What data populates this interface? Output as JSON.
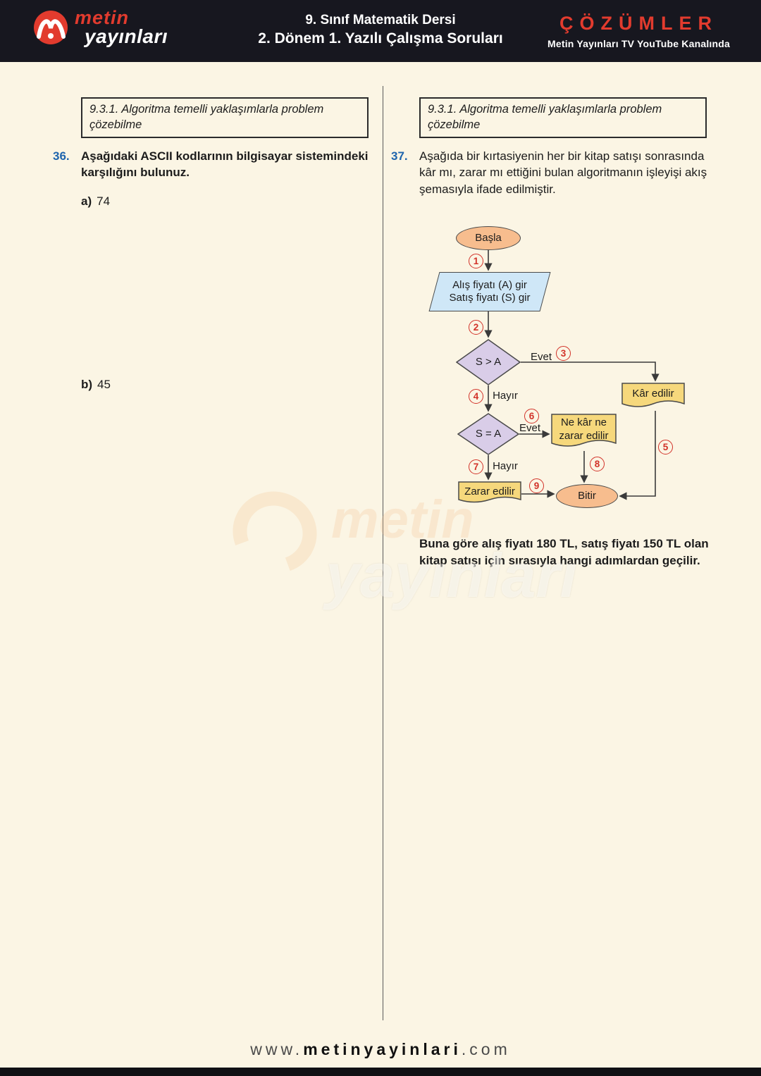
{
  "header": {
    "logo_line1": "metin",
    "logo_line2": "yayınları",
    "title_line1": "9. Sınıf Matematik Dersi",
    "title_line2": "2. Dönem 1. Yazılı Çalışma Soruları",
    "solutions_label": "ÇÖZÜMLER",
    "solutions_sub": "Metin Yayınları TV YouTube Kanalında"
  },
  "left_column": {
    "topic_box": "9.3.1. Algoritma temelli yaklaşımlarla problem çözebilme",
    "question_number": "36.",
    "question_text": "Aşağıdaki ASCII kodlarının bilgisayar sistemindeki karşılığını bulunuz.",
    "item_a_label": "a)",
    "item_a_value": "74",
    "item_b_label": "b)",
    "item_b_value": "45"
  },
  "right_column": {
    "topic_box": "9.3.1. Algoritma temelli yaklaşımlarla problem çözebilme",
    "question_number": "37.",
    "question_text": "Aşağıda bir kırtasiyenin her bir kitap satışı sonrasında kâr mı, zarar mı ettiğini bulan algoritmanın işleyişi akış şemasıyla ifade edilmiştir.",
    "closing_text": "Buna göre alış fiyatı 180 TL, satış fiyatı 150 TL olan kitap satışı için sırasıyla hangi adımlardan geçilir."
  },
  "flowchart": {
    "start": "Başla",
    "input_line1": "Alış fiyatı (A) gir",
    "input_line2": "Satış fiyatı (S) gir",
    "decision1": "S > A",
    "decision2": "S = A",
    "profit": "Kâr edilir",
    "neither_line1": "Ne kâr ne",
    "neither_line2": "zarar edilir",
    "loss": "Zarar edilir",
    "end": "Bitir",
    "yes_label": "Evet",
    "no_label": "Hayır",
    "steps": [
      "1",
      "2",
      "3",
      "4",
      "5",
      "6",
      "7",
      "8",
      "9"
    ],
    "colors": {
      "terminator_fill": "#f7bd8e",
      "input_fill": "#cfe7f7",
      "decision_fill": "#d9cde8",
      "document_fill": "#f6d87c",
      "step_red": "#d23229"
    }
  },
  "watermark": {
    "line1": "metin",
    "line2": "yayınları"
  },
  "footer": {
    "url_prefix": "www.",
    "url_main": "metinyayinlari",
    "url_suffix": ".com"
  }
}
